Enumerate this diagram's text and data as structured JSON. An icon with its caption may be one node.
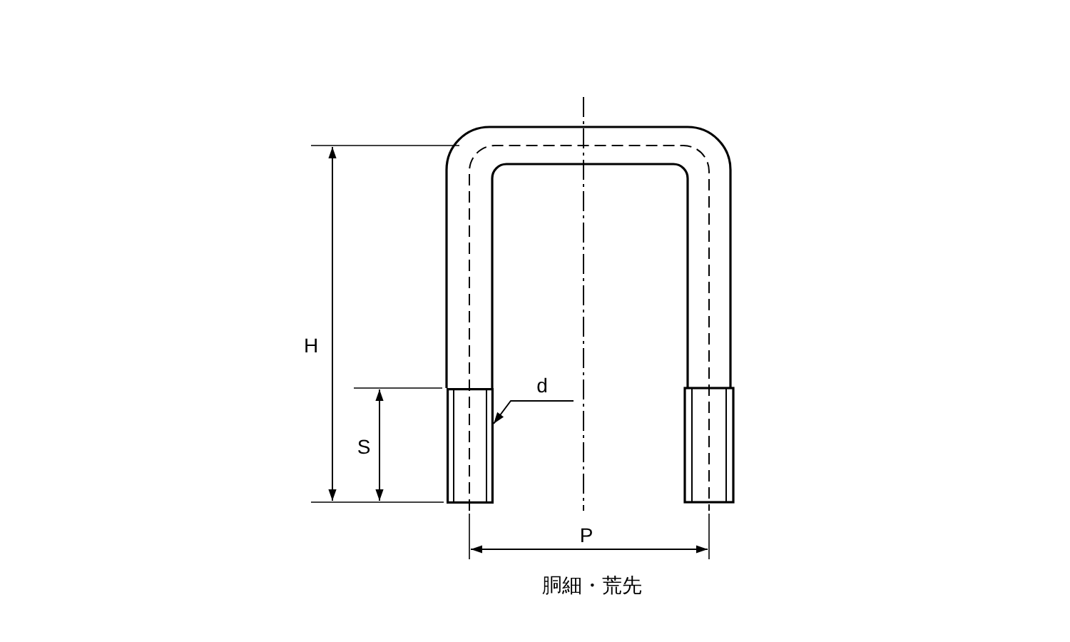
{
  "diagram": {
    "nodes": [
      {
        "text": [
          "d"
        ]
      },
      {
        "text": [],
        "shape": "box"
      }
    ],
    "edges": [
      {
        "from": 0,
        "to": 1,
        "arrow": "to"
      }
    ],
    "labels": [
      "H",
      "S",
      "P",
      "胴細・荒先"
    ]
  }
}
